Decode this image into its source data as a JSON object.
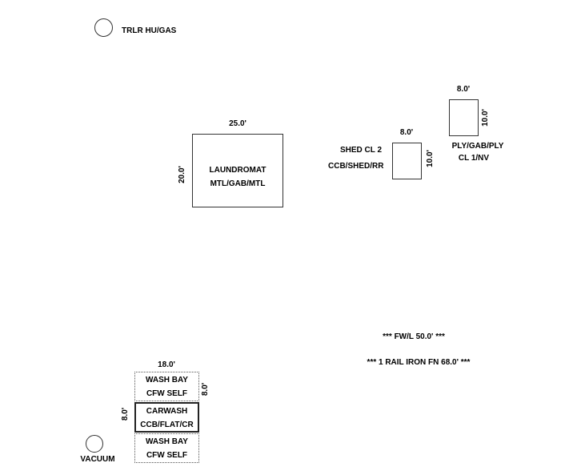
{
  "trailer": {
    "label": "TRLR HU/GAS"
  },
  "vacuum": {
    "label": "VACUUM"
  },
  "laundromat": {
    "top_dim": "25.0'",
    "side_dim": "20.0'",
    "line1": "LAUNDROMAT",
    "line2": "MTL/GAB/MTL"
  },
  "shed": {
    "top_dim": "8.0'",
    "side_dim": "10.0'",
    "line1": "SHED CL 2",
    "line2": "CCB/SHED/RR"
  },
  "ply_shed": {
    "top_dim": "8.0'",
    "side_dim": "10.0'",
    "line1": "PLY/GAB/PLY",
    "line2": "CL 1/NV"
  },
  "notes": {
    "fw": "*** FW/L 50.0' ***",
    "fence": "*** 1 RAIL IRON FN 68.0' ***"
  },
  "carwash": {
    "top_dim": "18.0'",
    "wash_bay_right_dim": "8.0'",
    "carwash_left_dim": "8.0'",
    "wash_bay_top": {
      "line1": "WASH BAY",
      "line2": "CFW SELF"
    },
    "carwash_mid": {
      "line1": "CARWASH",
      "line2": "CCB/FLAT/CR"
    },
    "wash_bay_bottom": {
      "line1": "WASH BAY",
      "line2": "CFW SELF"
    }
  }
}
